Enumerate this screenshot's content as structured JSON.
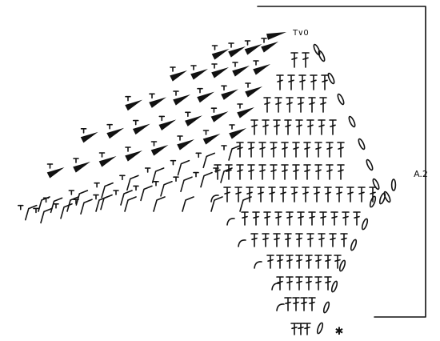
{
  "diagram": {
    "title": "",
    "section_label": "A.2",
    "start_marker": "✱",
    "top_symbols": "T∨0"
  },
  "legend_symbols": {
    "treble": "treble-crochet-symbol",
    "arc": "chain-arc-symbol",
    "oval": "chain-oval-symbol",
    "wedge": "filled-wedge-symbol"
  }
}
